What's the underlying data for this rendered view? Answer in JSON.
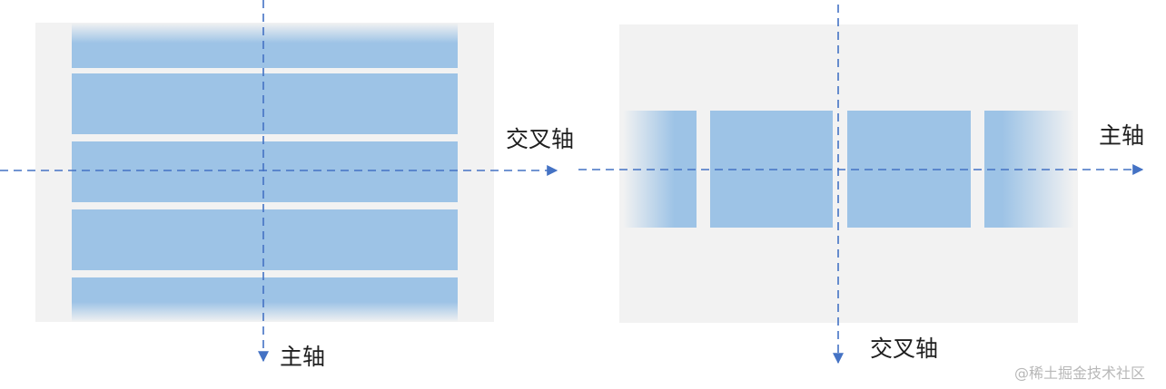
{
  "colors": {
    "panel": "#f2f2f2",
    "item": "#9dc3e6",
    "axis": "#4472c4",
    "text": "#1f1f1f",
    "watermark": "#b8b8b8"
  },
  "left_diagram": {
    "main_axis_label": "主轴",
    "cross_axis_label": "交叉轴",
    "item_count": 5
  },
  "right_diagram": {
    "main_axis_label": "主轴",
    "cross_axis_label": "交叉轴",
    "item_count": 4
  },
  "watermark": "@稀土掘金技术社区"
}
